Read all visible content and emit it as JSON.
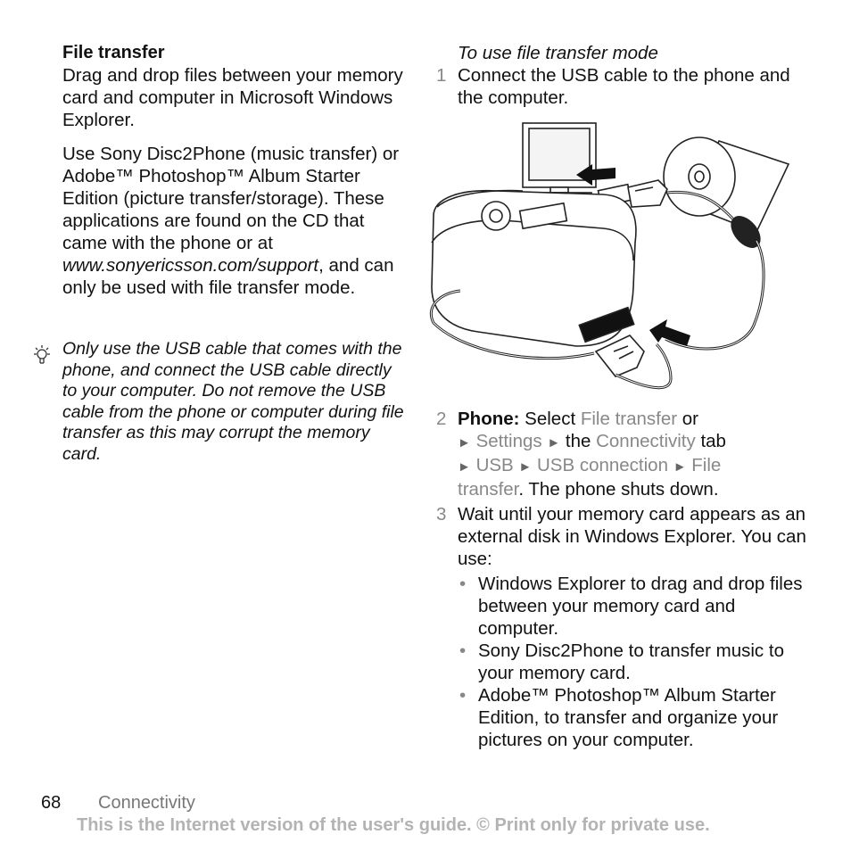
{
  "left": {
    "heading": "File transfer",
    "para1": "Drag and drop files between your memory card and computer in Microsoft Windows Explorer.",
    "para2_a": "Use Sony Disc2Phone (music transfer) or Adobe™ Photoshop™ Album Starter Edition (picture transfer/storage). These applications are found on the CD that came with the phone or at ",
    "para2_url": "www.sonyericsson.com/support",
    "para2_b": ", and can only be used with file transfer mode.",
    "tip": "Only use the USB cable that comes with the phone, and connect the USB cable directly to your computer. Do not remove the USB cable from the phone or computer during file transfer as this may corrupt the memory card."
  },
  "right": {
    "heading": "To use file transfer mode",
    "step1_num": "1",
    "step1": "Connect the USB cable to the phone and the computer.",
    "step2_num": "2",
    "step2_lead": "Phone:",
    "step2_select": " Select ",
    "step2_file_transfer": "File transfer",
    "step2_or": " or",
    "step2_settings": "Settings",
    "step2_the": " the ",
    "step2_connectivity": "Connectivity",
    "step2_tab": " tab",
    "step2_usb": "USB",
    "step2_usb_connection": "USB connection",
    "step2_file": "File",
    "step2_transfer": "transfer",
    "step2_end": ". The phone shuts down.",
    "arrow": "►",
    "step3_num": "3",
    "step3": "Wait until your memory card appears as an external disk in Windows Explorer. You can use:",
    "bullet": "•",
    "bullets": [
      "Windows Explorer to drag and drop files between your memory card and computer.",
      "Sony Disc2Phone to transfer music to your memory card.",
      "Adobe™ Photoshop™ Album Starter Edition, to transfer and organize your pictures on your computer."
    ]
  },
  "footer": {
    "page_number": "68",
    "section": "Connectivity",
    "notice": "This is the Internet version of the user's guide. © Print only for private use."
  }
}
